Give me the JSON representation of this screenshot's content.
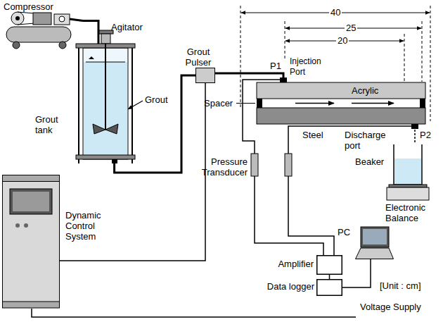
{
  "diagram": {
    "nodes": [
      {
        "text": [
          "Compressor"
        ]
      },
      {
        "text": [
          "Grout tank"
        ]
      },
      {
        "text": [
          "Grout Pulser"
        ]
      },
      {
        "text": [
          "Dynamic Control System"
        ]
      },
      {
        "text": [
          "Amplifier"
        ]
      },
      {
        "text": [
          "Data logger"
        ]
      },
      {
        "text": [
          "PC"
        ]
      }
    ],
    "edges": [
      {
        "from": 0,
        "to": 1,
        "arrow": "none"
      },
      {
        "from": 1,
        "to": 2,
        "arrow": "none"
      },
      {
        "from": 3,
        "to": 2,
        "arrow": "none"
      },
      {
        "from": 4,
        "to": 5,
        "arrow": "none"
      },
      {
        "from": 5,
        "to": 6,
        "arrow": "none"
      }
    ],
    "labels": [
      "Agitator",
      "Grout",
      "40",
      "25",
      "20",
      "P1",
      "Injection Port",
      "Acrylic",
      "Spacer",
      "Steel",
      "Discharge port",
      "P2",
      "Pressure Transducer",
      "Beaker",
      "Electronic Balance",
      "[Unit : cm]",
      "Voltage Supply"
    ]
  }
}
